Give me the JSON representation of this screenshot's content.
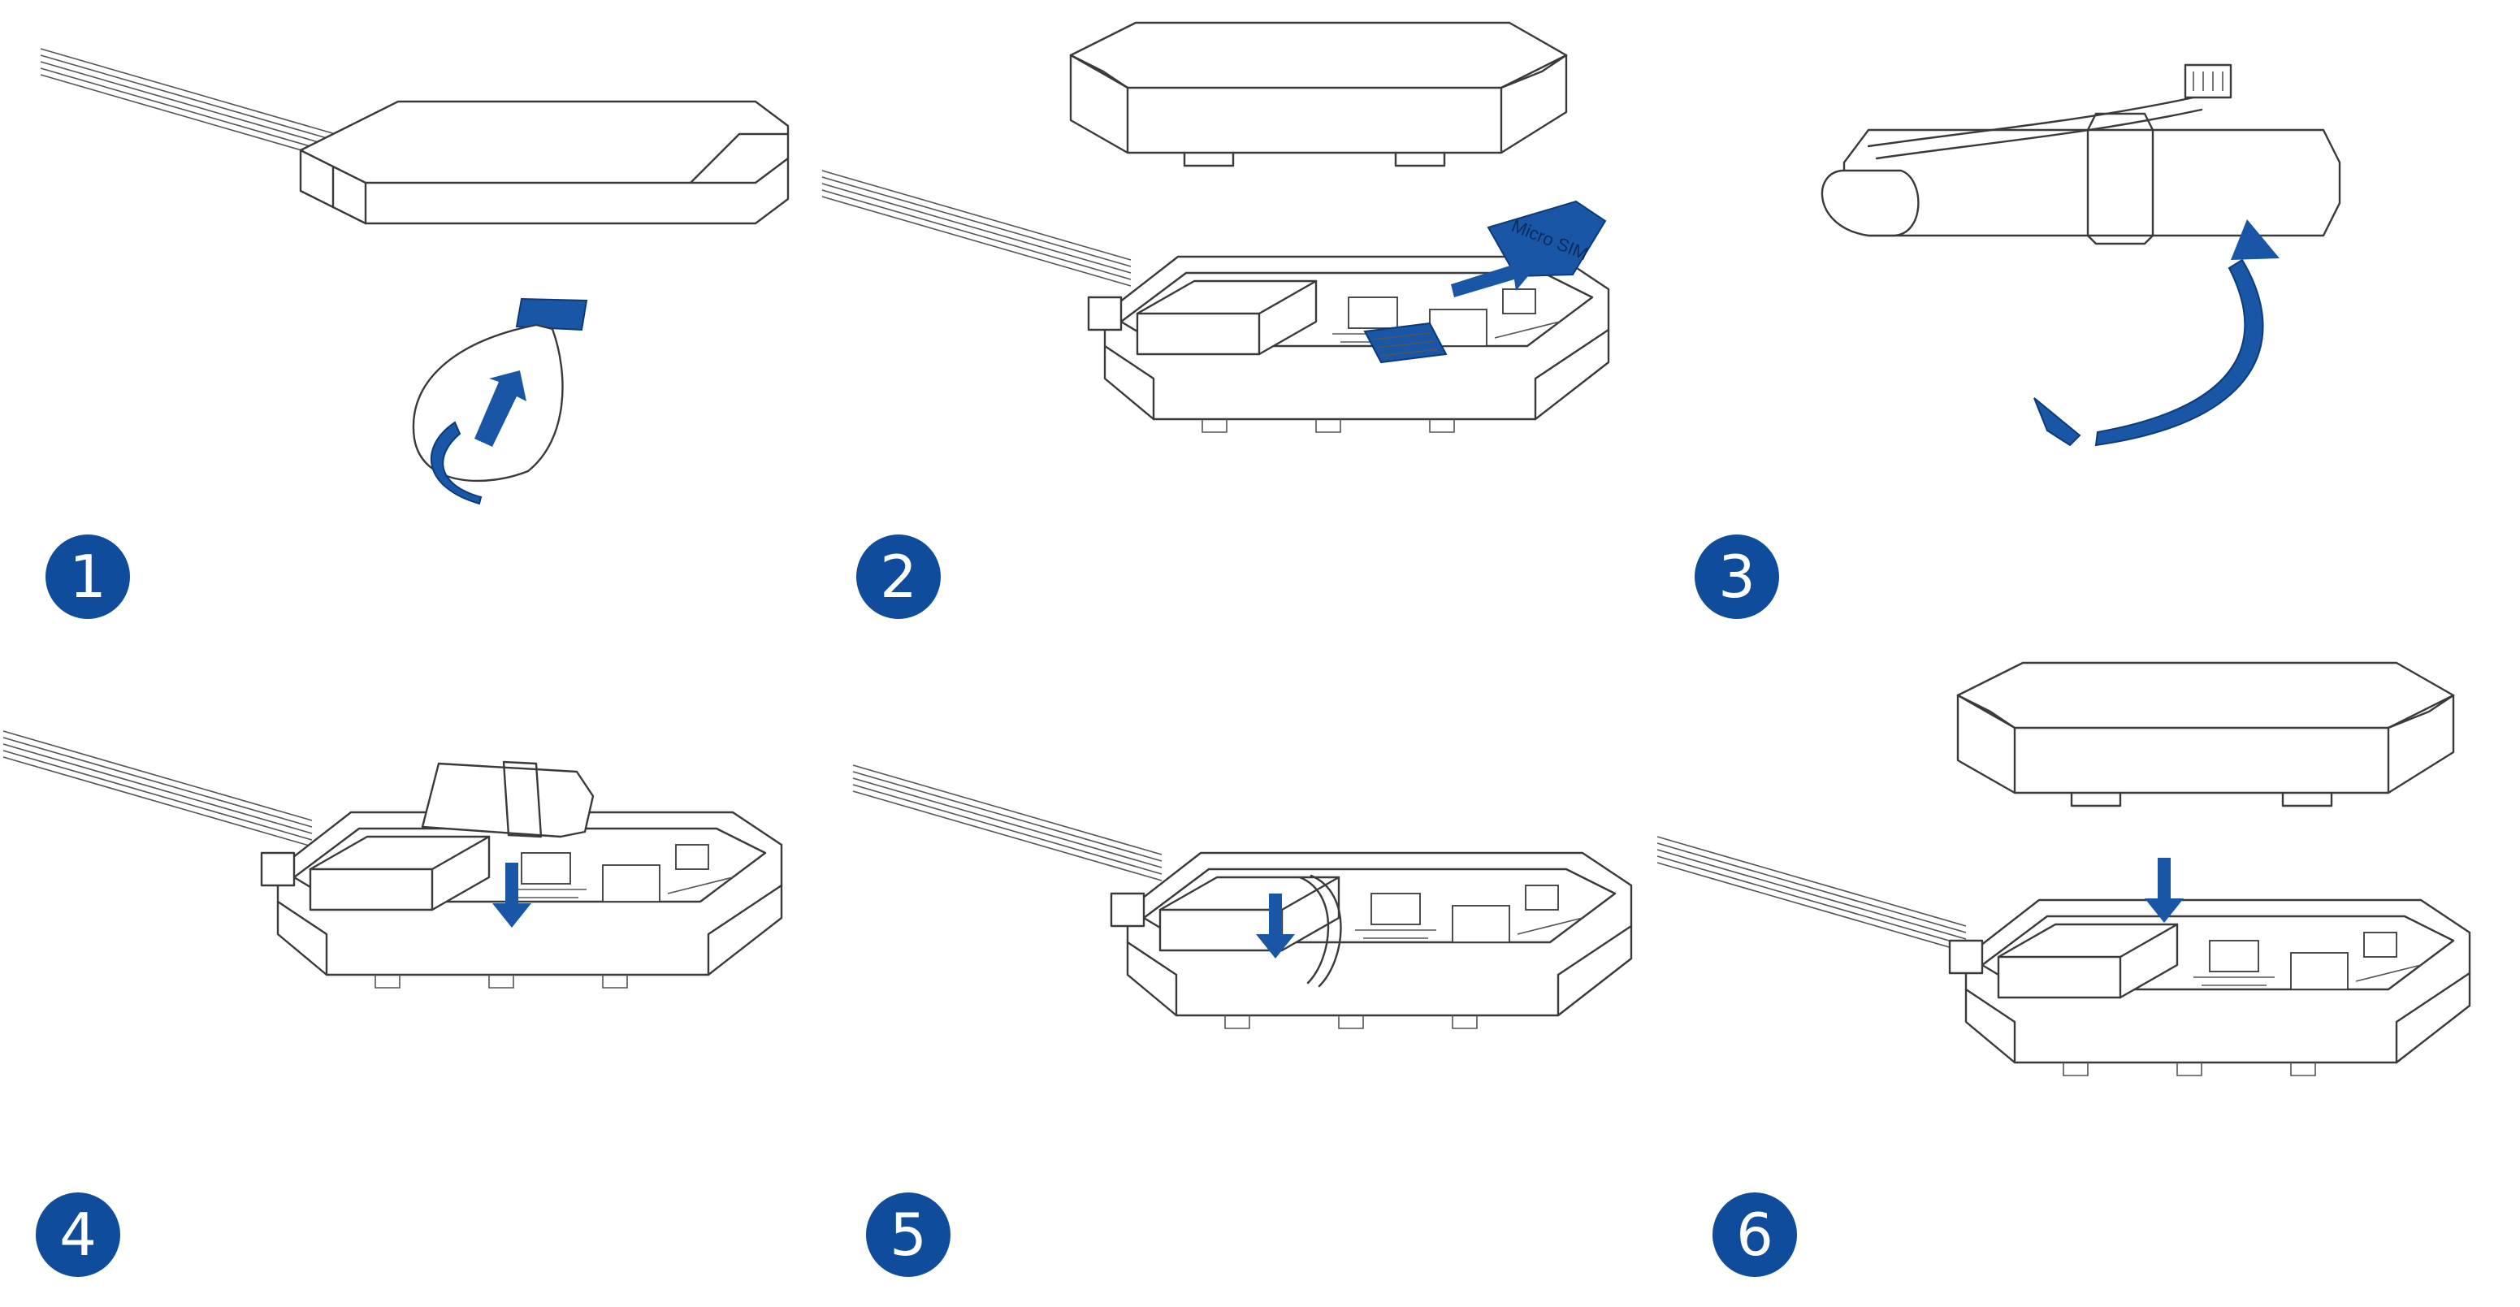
{
  "colors": {
    "accent": "#0f4c9c",
    "badge_text": "#ffffff",
    "line": "#3a3a3a"
  },
  "steps": [
    {
      "number": "1"
    },
    {
      "number": "2",
      "sim_card_label": "Micro SIM"
    },
    {
      "number": "3"
    },
    {
      "number": "4"
    },
    {
      "number": "5"
    },
    {
      "number": "6"
    }
  ]
}
